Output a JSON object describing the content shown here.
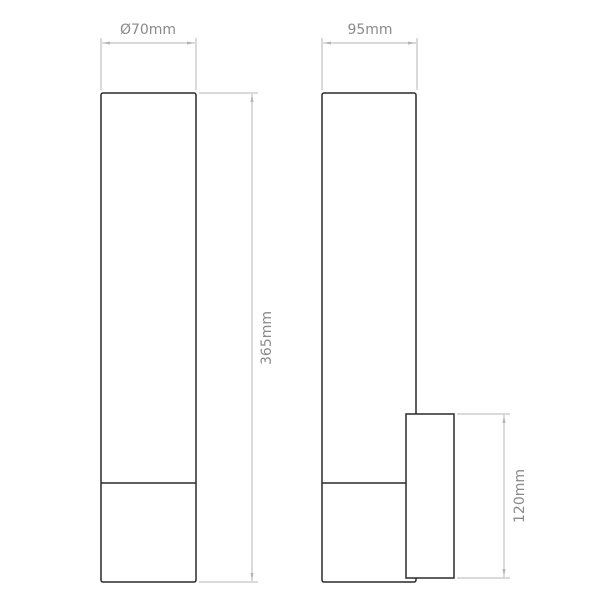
{
  "dimensions": {
    "front_diameter": "Ø70mm",
    "side_depth": "95mm",
    "height": "365mm",
    "bracket_height": "120mm"
  },
  "colors": {
    "outline": "#2a2a2a",
    "dimension": "#b5b5b5",
    "text": "#8a8a8a"
  }
}
